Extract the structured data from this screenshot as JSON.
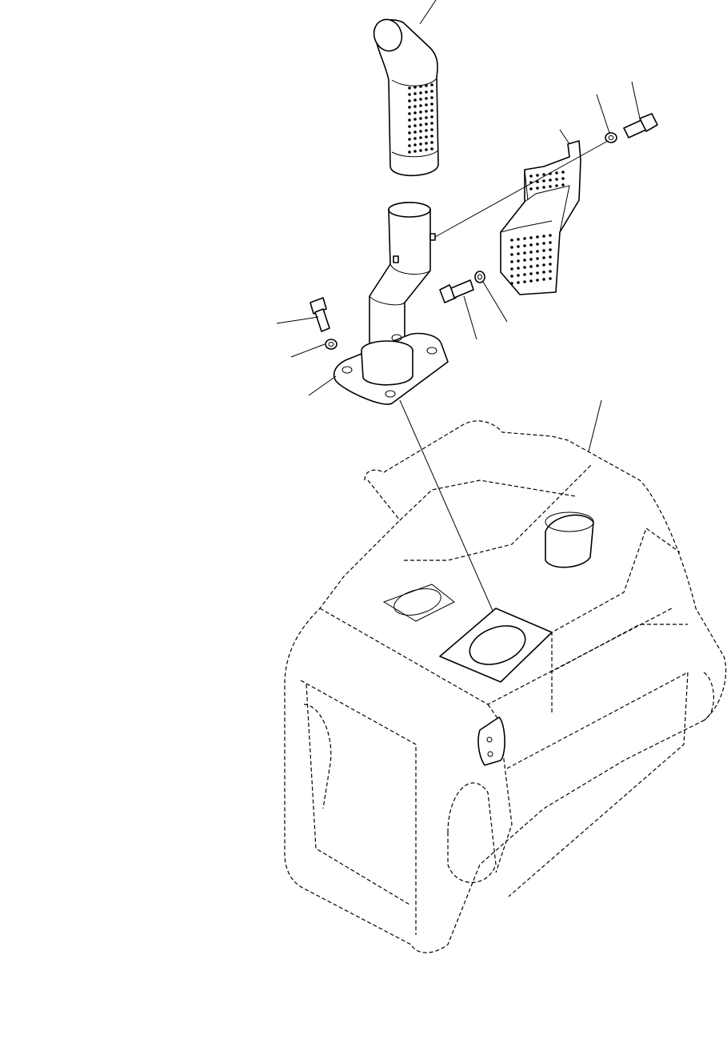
{
  "diagram": {
    "style": "exploded parts illustration, black line art on white",
    "colors": {
      "line": "#000000",
      "background": "#ffffff"
    },
    "parts": [
      {
        "id": "exhaust-tail-pipe-with-perforated-guard"
      },
      {
        "id": "bolt-upper"
      },
      {
        "id": "washer-upper"
      },
      {
        "id": "perforated-heat-cover"
      },
      {
        "id": "elbow-pipe"
      },
      {
        "id": "bolt-middle"
      },
      {
        "id": "washer-middle"
      },
      {
        "id": "bolt-left"
      },
      {
        "id": "washer-left"
      },
      {
        "id": "flange-plate"
      },
      {
        "id": "engine-hood-cover"
      }
    ]
  }
}
